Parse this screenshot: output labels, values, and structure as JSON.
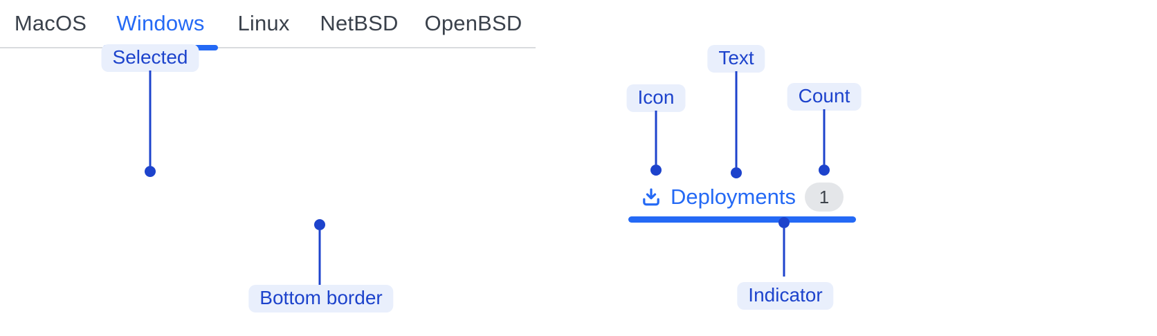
{
  "colors": {
    "accent_blue": "#2469f5",
    "annotation_blue": "#1d43cc",
    "annotation_pill_bg": "#e9effc",
    "tab_text": "#3a414b",
    "tab_border": "#d9dbde",
    "count_badge_bg": "#e4e6e9",
    "count_badge_text": "#3d434b",
    "background": "#ffffff"
  },
  "os_tabs": {
    "items": [
      {
        "label": "MacOS",
        "selected": false
      },
      {
        "label": "Windows",
        "selected": true
      },
      {
        "label": "Linux",
        "selected": false
      },
      {
        "label": "NetBSD",
        "selected": false
      },
      {
        "label": "OpenBSD",
        "selected": false
      }
    ]
  },
  "deployments_tab": {
    "icon": "download-icon",
    "label": "Deployments",
    "count": "1",
    "selected": true
  },
  "annotations": {
    "selected": "Selected",
    "bottom_border": "Bottom border",
    "icon": "Icon",
    "text": "Text",
    "count": "Count",
    "indicator": "Indicator"
  }
}
